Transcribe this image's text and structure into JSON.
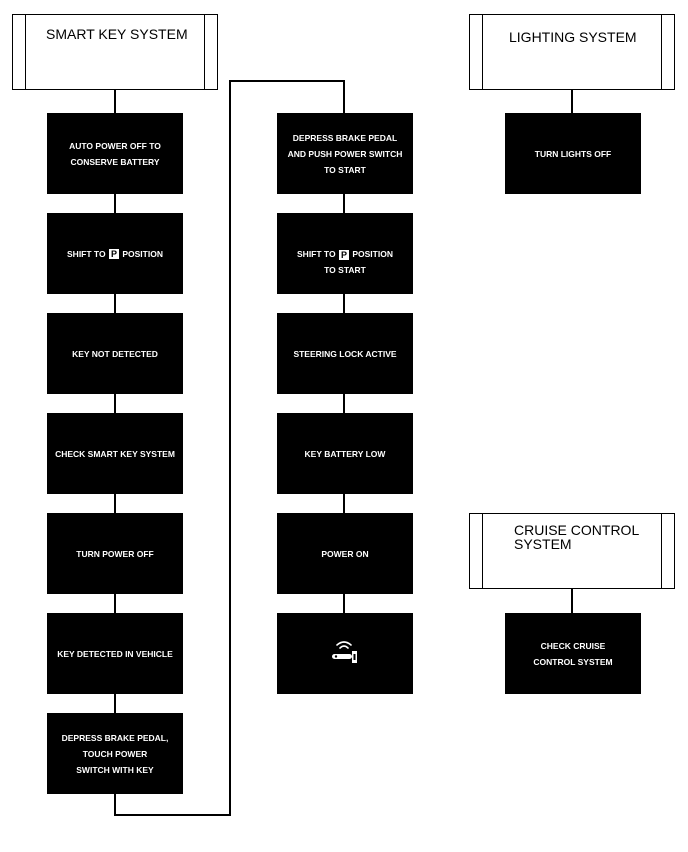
{
  "sections": {
    "smart_key": {
      "title": "SMART KEY SYSTEM",
      "col1": [
        "AUTO POWER OFF TO\nCONSERVE BATTERY",
        "",
        "KEY NOT DETECTED",
        "CHECK SMART KEY SYSTEM",
        "TURN POWER OFF",
        "KEY DETECTED IN VEHICLE",
        "DEPRESS BRAKE PEDAL,\nTOUCH POWER\nSWITCH WITH KEY"
      ],
      "shift_p": {
        "before": "SHIFT TO",
        "symbol": "P",
        "after": "POSITION"
      },
      "col2": [
        "DEPRESS BRAKE PEDAL\nAND PUSH POWER SWITCH\nTO START",
        "",
        "STEERING LOCK ACTIVE",
        "KEY BATTERY LOW",
        "POWER ON"
      ],
      "shift_p_start": {
        "before": "SHIFT TO",
        "symbol": "P",
        "after": "POSITION",
        "line2": "TO START"
      },
      "last_icon": "wireless-key-icon"
    },
    "lighting": {
      "title": "LIGHTING SYSTEM",
      "messages": [
        "TURN LIGHTS OFF"
      ]
    },
    "cruise": {
      "title": "CRUISE CONTROL\nSYSTEM",
      "messages": [
        "CHECK CRUISE\nCONTROL SYSTEM"
      ]
    }
  },
  "colors": {
    "box": "#000000",
    "text": "#ffffff",
    "line": "#000000"
  }
}
